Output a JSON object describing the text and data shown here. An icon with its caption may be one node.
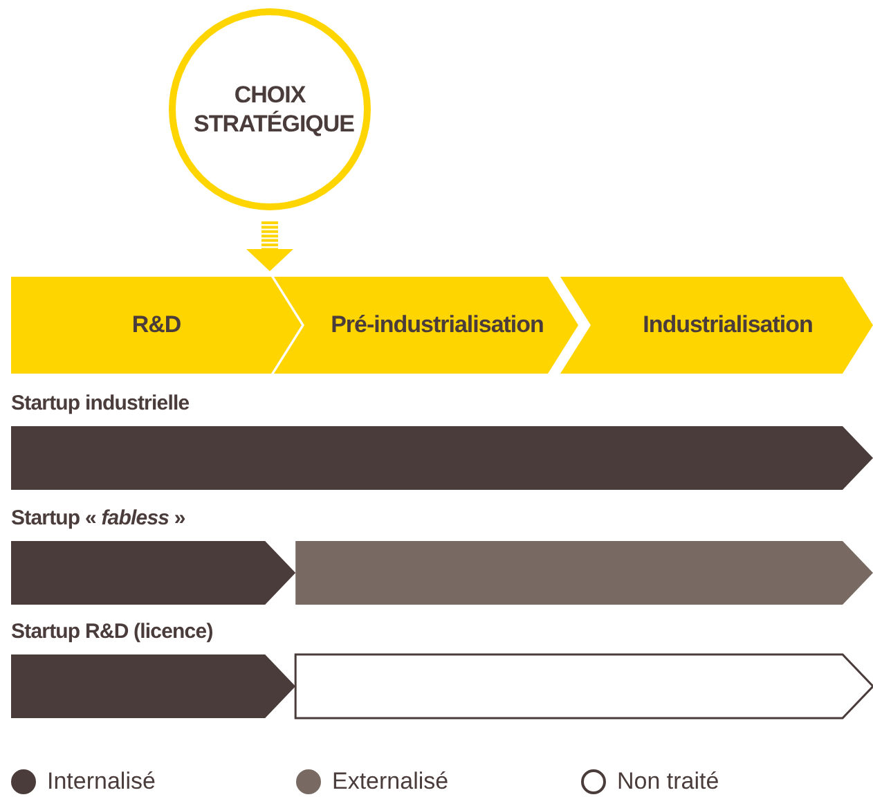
{
  "diagram": {
    "nodes": [
      {
        "text": [
          "CHOIX STRATÉGIQUE"
        ]
      },
      {
        "text": [
          "R&D"
        ]
      },
      {
        "text": [
          "Pré-industrialisation"
        ]
      },
      {
        "text": [
          "Industrialisation"
        ]
      },
      {
        "text": [
          "Startup industrielle"
        ]
      },
      {
        "text": [
          "Startup « *fabless* »"
        ]
      },
      {
        "text": [
          "Startup R&D (licence)"
        ]
      }
    ],
    "edges": [
      {
        "from": 0,
        "to": 1,
        "arrow": "to"
      }
    ],
    "legend": [
      {
        "text": "Internalisé",
        "color": "#4a3c3b"
      },
      {
        "text": "Externalisé",
        "color": "#786a62"
      },
      {
        "text": "Non traité"
      }
    ]
  }
}
